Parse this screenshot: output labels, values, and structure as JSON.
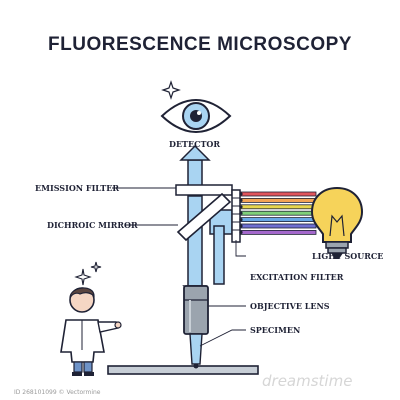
{
  "title": "FLUORESCENCE MICROSCOPY",
  "labels": {
    "detector": "DETECTOR",
    "emission_filter": "EMISSION FILTER",
    "dichroic_mirror": "DICHROIC MIRROR",
    "excitation_filter": "EXCITATION FILTER",
    "objective_lens": "OBJECTIVE LENS",
    "specimen": "SPECIMEN",
    "light_source": "LIGHT SOURCE"
  },
  "watermark": {
    "brand": "dreamstime",
    "id_text": "ID 268101099 © Vectormine"
  },
  "colors": {
    "outline": "#1f2235",
    "light_blue": "#a9d4f2",
    "bulb_yellow": "#f6d35a",
    "steel_grey": "#9ba4ae"
  },
  "light_rays": [
    "#e0555b",
    "#f2a356",
    "#e8d64e",
    "#7fcf7a",
    "#67a7e6",
    "#6e6fd1",
    "#a468cc"
  ]
}
